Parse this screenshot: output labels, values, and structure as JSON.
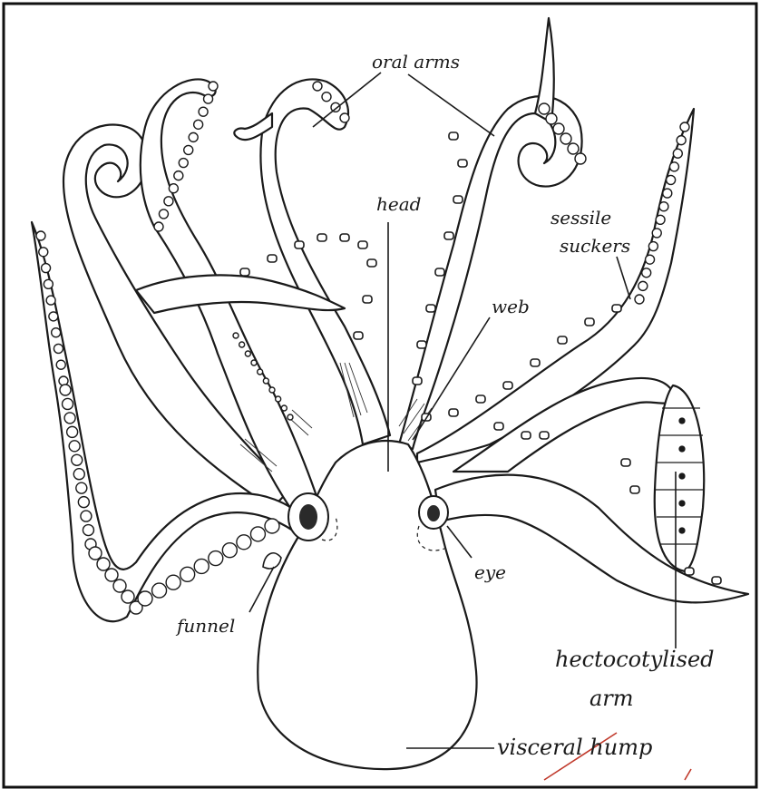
{
  "labels": {
    "oral_arms": "oral arms",
    "head": "head",
    "sessile": "sessile",
    "suckers": "suckers",
    "web": "web",
    "eye": "eye",
    "funnel": "funnel",
    "hectocotylised": "hectocotylised",
    "arm": "arm",
    "visceral_hump": "visceral hump"
  },
  "colors": {
    "ink": "#1a1a1a",
    "paper": "#ffffff",
    "correction_mark": "#c0392b"
  }
}
